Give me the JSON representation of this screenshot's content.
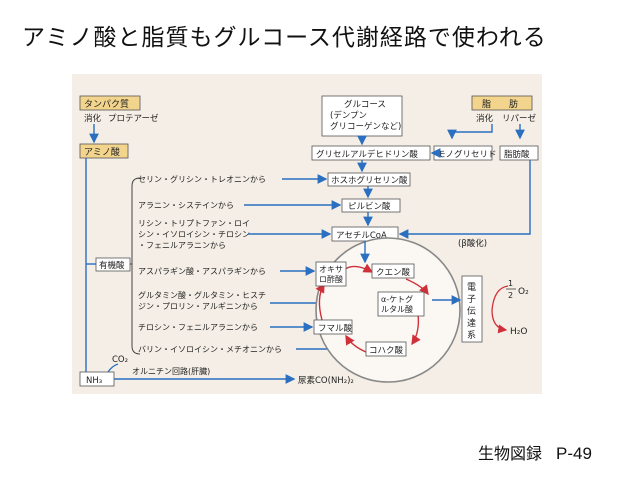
{
  "slide": {
    "title": "アミノ酸と脂質もグルコース代謝経路で使われる",
    "source": "生物図録",
    "page": "P-49"
  },
  "colors": {
    "figure_bg": "#f4eee6",
    "header_box": "#f2d48c",
    "arrow_blue": "#2a6fc0",
    "cycle_red": "#d0303a"
  },
  "diagram": {
    "protein": {
      "title": "タンパク質",
      "digest": "消化",
      "enzyme": "プロテアーゼ"
    },
    "fat": {
      "title": "脂　　肪",
      "digest": "消化",
      "enzyme": "リパーゼ"
    },
    "aminoacid": "アミノ酸",
    "glucose": {
      "l1": "グルコース",
      "l2": "(デンプン",
      "l3": "グリコーゲンなど)"
    },
    "g3p": "グリセルアルデヒドリン酸",
    "monoglyceride": "モノグリセリド",
    "fattyacid": "脂肪酸",
    "pga": "ホスホグリセリン酸",
    "pyruvate": "ピルビン酸",
    "acetylcoa": "アセチルCoA",
    "beta": "(β酸化)",
    "organic": "有機酸",
    "aa_sources": [
      "セリン・グリシン・トレオニンから",
      "アラニン・システインから",
      "リシン・トリプトファン・ロイ",
      "シン・イソロイシン・チロシン",
      "・フェニルアラニンから",
      "アスパラギン酸・アスパラギンから",
      "グルタミン酸・グルタミン・ヒスチ",
      "ジン・プロリン・アルギニンから",
      "チロシン・フェニルアラニンから",
      "バリン・イソロイシン・メチオニンから"
    ],
    "oxaloacetate": {
      "l1": "オキサ",
      "l2": "ロ酢酸"
    },
    "citrate": "クエン酸",
    "akg": {
      "l1": "α-ケトグ",
      "l2": "ルタル酸"
    },
    "fumarate": "フマル酸",
    "succinate": "コハク酸",
    "etc": [
      "電",
      "子",
      "伝",
      "達",
      "系"
    ],
    "half": {
      "num": "1",
      "den": "2"
    },
    "o2": "O₂",
    "h2o": "H₂O",
    "co2": "CO₂",
    "nh3": "NH₃",
    "ornithine": "オルニチン回路(肝臓)",
    "urea": "尿素CO(NH₂)₂"
  }
}
